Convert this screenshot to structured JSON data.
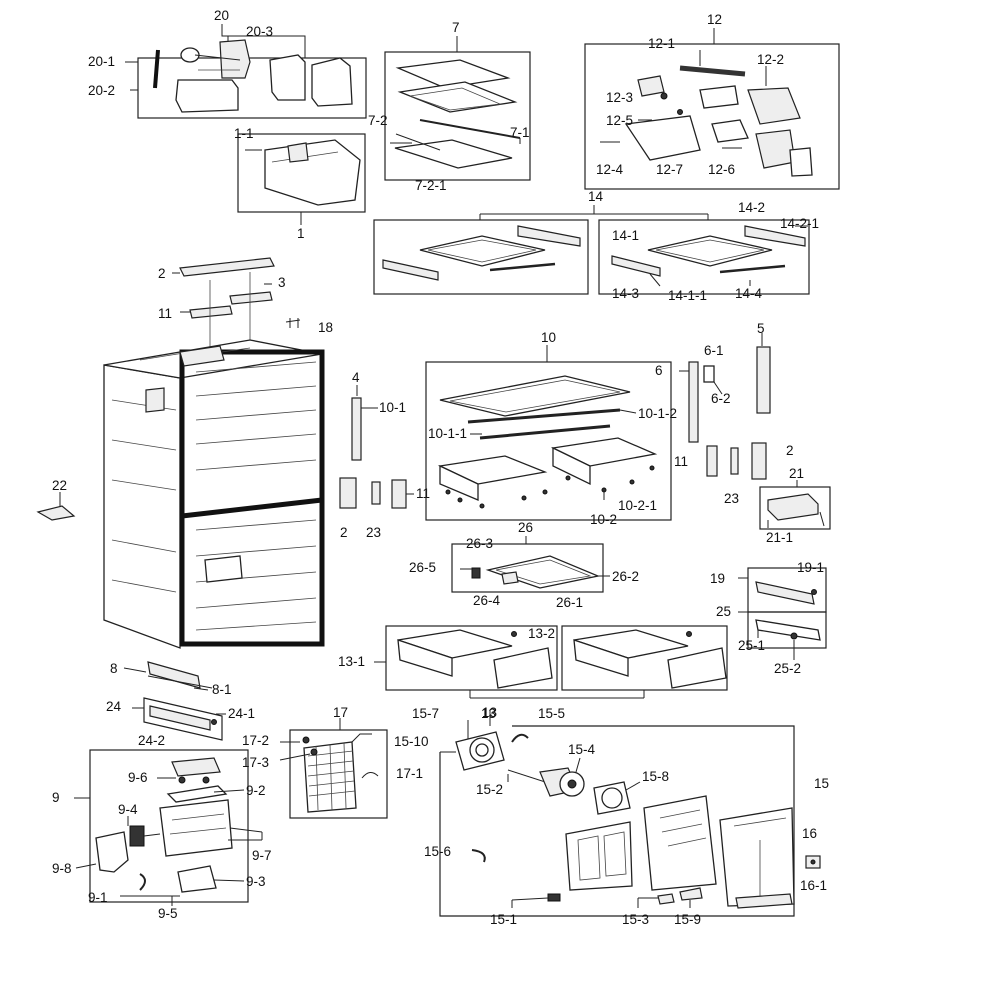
{
  "labels": {
    "p20": "20",
    "p20_1": "20-1",
    "p20_2": "20-2",
    "p20_3": "20-3",
    "p7": "7",
    "p7_1": "7-1",
    "p7_2": "7-2",
    "p7_2_1": "7-2-1",
    "p12": "12",
    "p12_1": "12-1",
    "p12_2": "12-2",
    "p12_3": "12-3",
    "p12_4": "12-4",
    "p12_5": "12-5",
    "p12_6": "12-6",
    "p12_7": "12-7",
    "p1": "1",
    "p1_1": "1-1",
    "p14": "14",
    "p14_1": "14-1",
    "p14_1_1": "14-1-1",
    "p14_2": "14-2",
    "p14_2_1": "14-2-1",
    "p14_3": "14-3",
    "p14_4": "14-4",
    "p2a": "2",
    "p3": "3",
    "p11a": "11",
    "p18": "18",
    "p4": "4",
    "p10": "10",
    "p10_1": "10-1",
    "p10_1_1": "10-1-1",
    "p10_1_2": "10-1-2",
    "p10_2": "10-2",
    "p10_2_1": "10-2-1",
    "p6": "6",
    "p6_1": "6-1",
    "p6_2": "6-2",
    "p5": "5",
    "p11b": "11",
    "p11c": "11",
    "p23a": "23",
    "p23b": "23",
    "p2b": "2",
    "p2c": "2",
    "p21": "21",
    "p21_1": "21-1",
    "p22": "22",
    "p26": "26",
    "p26_1": "26-1",
    "p26_2": "26-2",
    "p26_3": "26-3",
    "p26_4": "26-4",
    "p26_5": "26-5",
    "p19": "19",
    "p19_1": "19-1",
    "p25": "25",
    "p25_1": "25-1",
    "p25_2": "25-2",
    "p13": "13",
    "p13_1": "13-1",
    "p13_2": "13-2",
    "p8": "8",
    "p8_1": "8-1",
    "p24": "24",
    "p24_1": "24-1",
    "p24_2": "24-2",
    "p17": "17",
    "p17_1": "17-1",
    "p17_2": "17-2",
    "p17_3": "17-3",
    "p9": "9",
    "p9_1": "9-1",
    "p9_2": "9-2",
    "p9_3": "9-3",
    "p9_4": "9-4",
    "p9_5": "9-5",
    "p9_6": "9-6",
    "p9_7": "9-7",
    "p9_8": "9-8",
    "p15": "15",
    "p15_1": "15-1",
    "p15_2": "15-2",
    "p15_3": "15-3",
    "p15_4": "15-4",
    "p15_5": "15-5",
    "p15_6": "15-6",
    "p15_7": "15-7",
    "p15_8": "15-8",
    "p15_9": "15-9",
    "p15_10": "15-10",
    "p16": "16",
    "p16_1": "16-1"
  }
}
